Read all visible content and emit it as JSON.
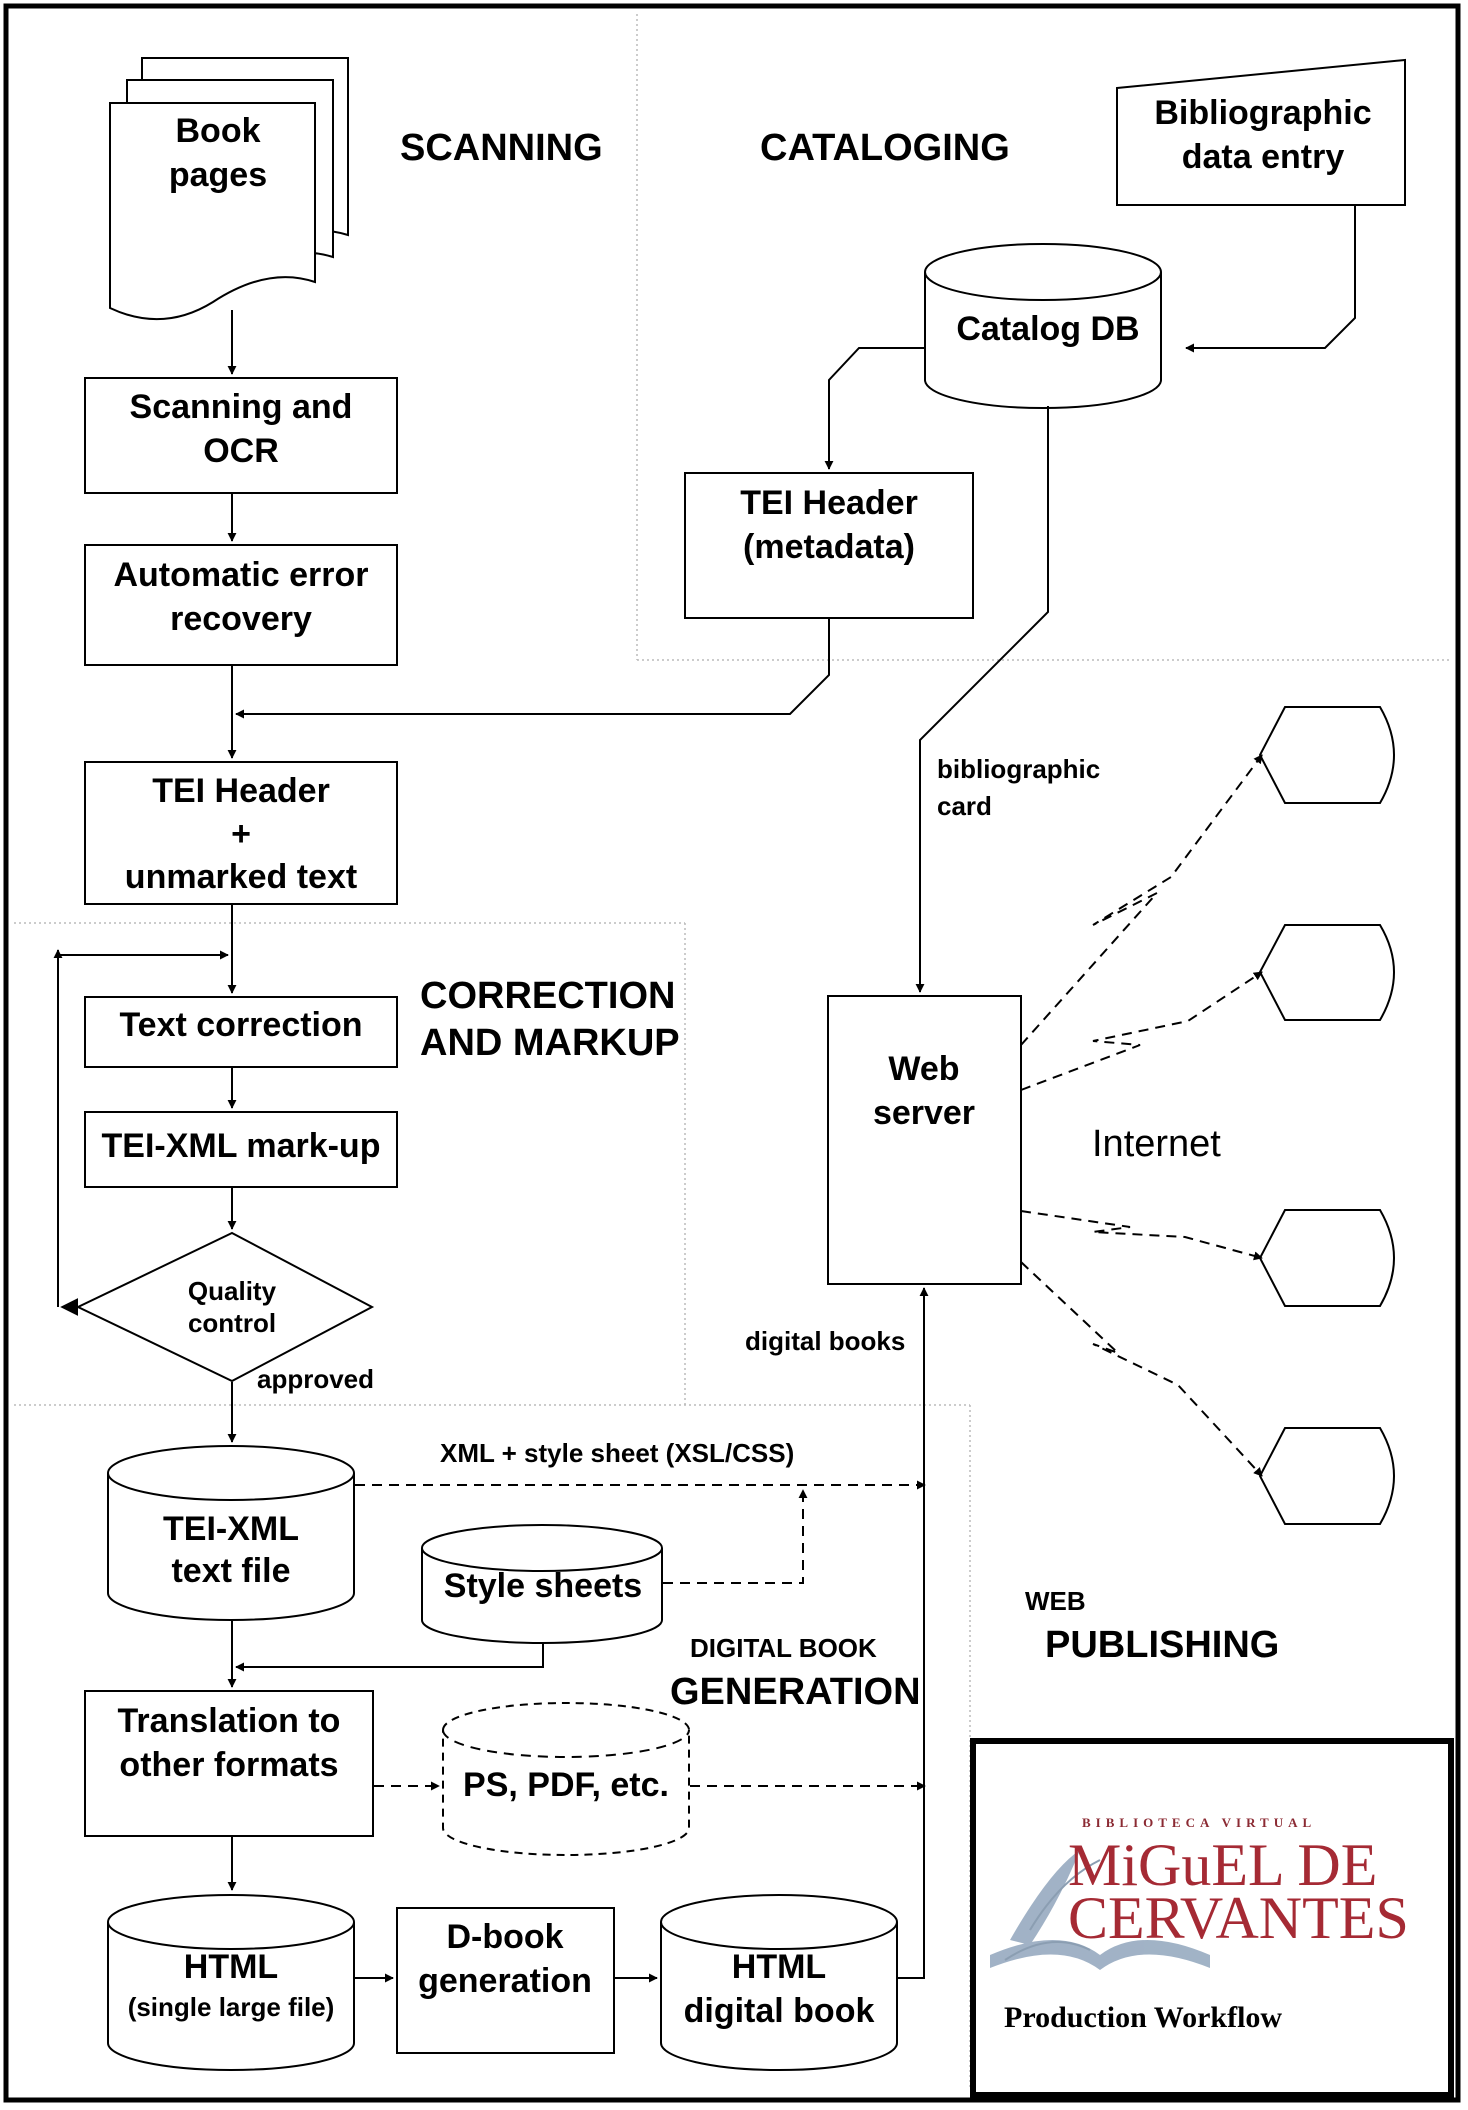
{
  "sections": {
    "scanning": "SCANNING",
    "cataloging": "CATALOGING",
    "correction_l1": "CORRECTION",
    "correction_l2": "AND MARKUP",
    "digital_l1": "DIGITAL BOOK",
    "digital_l2": "GENERATION",
    "web_l1": "WEB",
    "web_l2": "PUBLISHING"
  },
  "nodes": {
    "book_pages": [
      "Book",
      "pages"
    ],
    "scanning_ocr": [
      "Scanning and",
      "OCR"
    ],
    "error_recovery": [
      "Automatic error",
      "recovery"
    ],
    "tei_header_text": [
      "TEI Header",
      "+",
      "unmarked text"
    ],
    "text_correction": "Text correction",
    "tei_markup": "TEI-XML mark-up",
    "quality_control": [
      "Quality",
      "control"
    ],
    "bibliographic_entry": [
      "Bibliographic",
      "data entry"
    ],
    "catalog_db": "Catalog DB",
    "tei_header_meta": [
      "TEI Header",
      "(metadata)"
    ],
    "web_server": [
      "Web",
      "server"
    ],
    "tei_xml_file": [
      "TEI-XML",
      "text file"
    ],
    "style_sheets": "Style sheets",
    "translation": [
      "Translation to",
      "other formats"
    ],
    "ps_pdf": "PS, PDF, etc.",
    "html_single": [
      "HTML",
      "(single large file)"
    ],
    "dbook_gen": [
      "D-book",
      "generation"
    ],
    "html_digital": [
      "HTML",
      "digital book"
    ]
  },
  "edge_labels": {
    "approved": "approved",
    "bibliographic_card": [
      "bibliographic",
      "card"
    ],
    "digital_books": "digital books",
    "xml_style": "XML + style sheet (XSL/CSS)",
    "internet": "Internet"
  },
  "logo": {
    "top_text": "BIBLIOTECA VIRTUAL",
    "name_line1": "MiGuEL DE",
    "name_line2": "CERVANTES",
    "caption": "Production Workflow"
  },
  "colors": {
    "logo_red": "#a52a34",
    "logo_blue": "#8aa0b8"
  }
}
